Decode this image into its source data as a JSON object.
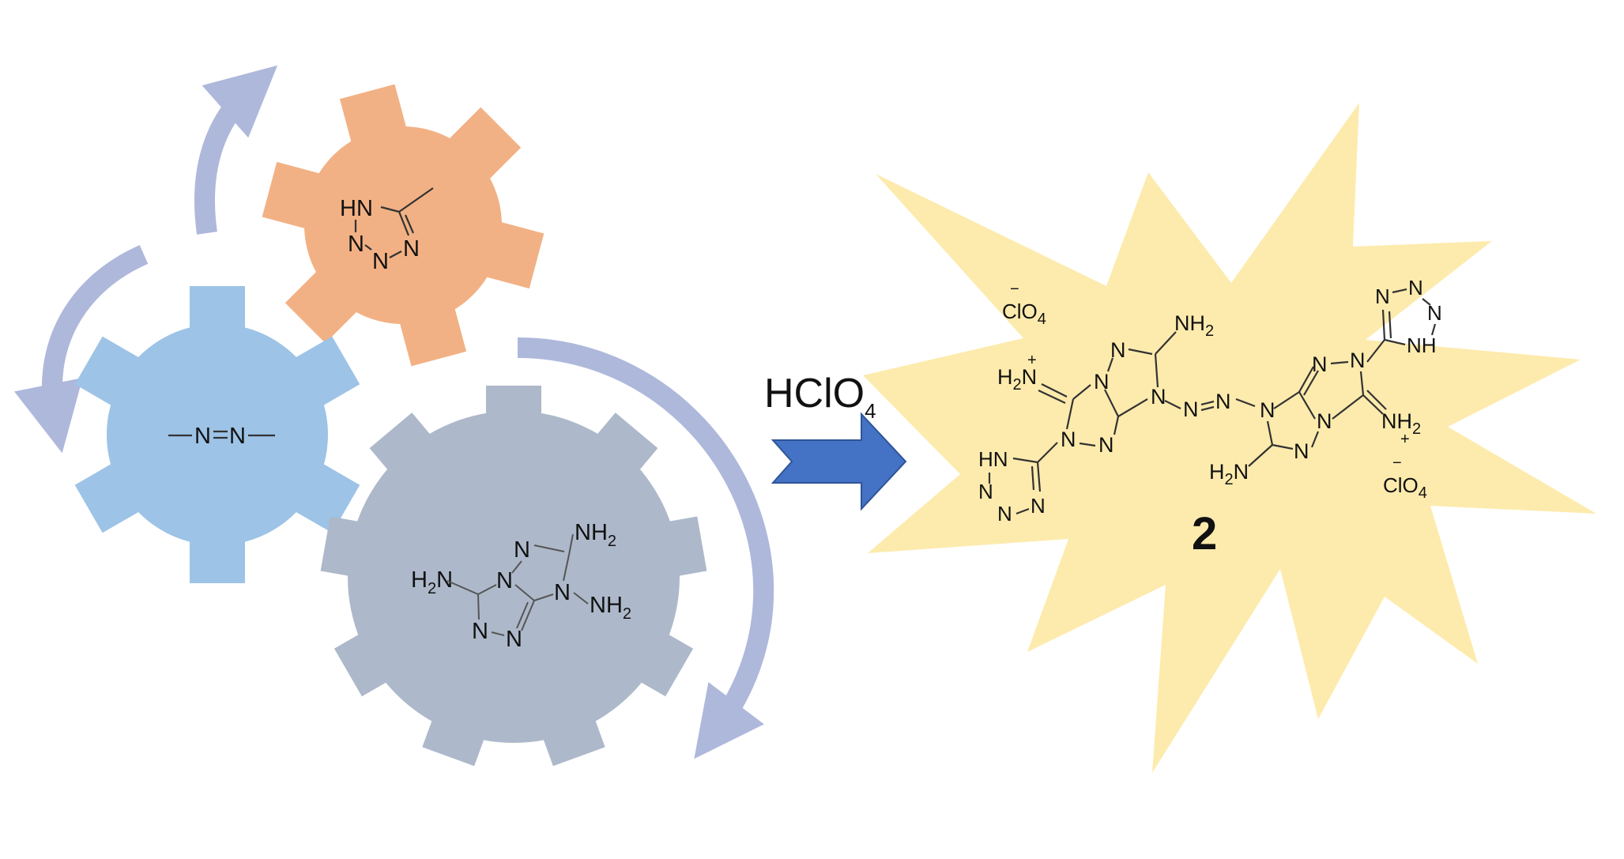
{
  "colors": {
    "background": "#ffffff",
    "gear_orange": "#F2B184",
    "gear_blue": "#9DC3E6",
    "gear_gray": "#ADB9CA",
    "cycle_arrows": "#AEB8DB",
    "reaction_arrow": "#4472C4",
    "burst": "#FDEBAD",
    "text": "#111111"
  },
  "gears": {
    "orange": {
      "name": "tetrazole-gear",
      "atoms": {
        "hn": "HN",
        "n1": "N",
        "n2": "N",
        "n3": "N"
      }
    },
    "blue": {
      "name": "azo-gear",
      "atoms": {
        "n1": "N",
        "n2": "N"
      }
    },
    "gray": {
      "name": "triazolotriazole-gear",
      "atoms": {
        "h2n_left": "H",
        "h2n_left_sub": "2",
        "h2n_left_n": "N",
        "nh2_top": "NH",
        "nh2_top_sub": "2",
        "nh2_right": "NH",
        "nh2_right_sub": "2",
        "n_top": "N",
        "n_center": "N",
        "n_right": "N",
        "n_bottom_left": "N",
        "n_bottom_right": "N"
      }
    }
  },
  "reagent": {
    "text": "HClO",
    "sub": "4"
  },
  "product": {
    "label": "2",
    "counterion_left": {
      "charge": "−",
      "text": "ClO",
      "sub": "4"
    },
    "counterion_right": {
      "charge": "−",
      "text": "ClO",
      "sub": "4"
    },
    "left_half": {
      "iminium": {
        "h": "H",
        "sub": "2",
        "n": "N",
        "charge": "+"
      },
      "nh2": {
        "text": "NH",
        "sub": "2"
      },
      "ring_atoms": [
        "N",
        "N",
        "N",
        "N",
        "N"
      ],
      "tetrazole": {
        "hn": "HN",
        "atoms": [
          "N",
          "N",
          "N"
        ]
      }
    },
    "azo": {
      "atoms": [
        "N",
        "N"
      ]
    },
    "right_half": {
      "iminium": {
        "text": "NH",
        "sub": "2",
        "charge": "+"
      },
      "h2n": {
        "h": "H",
        "sub": "2",
        "n": "N"
      },
      "ring_atoms": [
        "N",
        "N",
        "N",
        "N",
        "N"
      ],
      "tetrazole": {
        "nh": "NH",
        "atoms": [
          "N",
          "N",
          "N"
        ]
      }
    }
  }
}
